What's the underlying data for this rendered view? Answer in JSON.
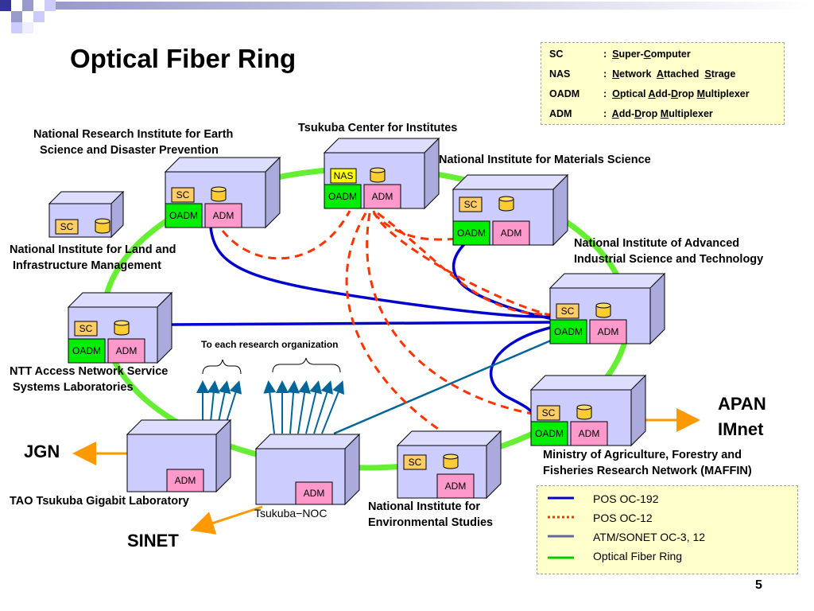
{
  "title": "Optical Fiber Ring",
  "page_number": "5",
  "abbreviations": [
    {
      "abbr": "SC",
      "sep": ":",
      "parts": [
        [
          "S",
          "u"
        ],
        [
          "uper-",
          ""
        ],
        [
          "C",
          "u"
        ],
        [
          "omputer",
          ""
        ]
      ]
    },
    {
      "abbr": "NAS",
      "sep": ":",
      "parts": [
        [
          "N",
          "u"
        ],
        [
          "etwork  ",
          ""
        ],
        [
          "A",
          "u"
        ],
        [
          "ttached  ",
          ""
        ],
        [
          "S",
          "u"
        ],
        [
          "trage",
          ""
        ]
      ]
    },
    {
      "abbr": "OADM",
      "sep": ":",
      "parts": [
        [
          "O",
          "u"
        ],
        [
          "ptical ",
          ""
        ],
        [
          "A",
          "u"
        ],
        [
          "dd-",
          ""
        ],
        [
          "D",
          "u"
        ],
        [
          "rop ",
          ""
        ],
        [
          "M",
          "u"
        ],
        [
          "ultiplexer",
          ""
        ]
      ]
    },
    {
      "abbr": "ADM",
      "sep": ":",
      "parts": [
        [
          "A",
          "u"
        ],
        [
          "dd-",
          ""
        ],
        [
          "D",
          "u"
        ],
        [
          "rop ",
          ""
        ],
        [
          "M",
          "u"
        ],
        [
          "ultiplexer",
          ""
        ]
      ]
    }
  ],
  "labels": {
    "nrief": "National Research Institute for Earth\n  Science and Disaster Prevention",
    "tsukuba_center": "Tsukuba Center for Institutes",
    "nims": "National Institute for Materials Science",
    "nilim": "National Institute for Land and\n Infrastructure Management",
    "aist": "National Institute of Advanced\nIndustrial Science and Technology",
    "ntt": "NTT Access Network Service\n Systems Laboratories",
    "to_each": "To each research organization",
    "apan": "APAN\nIMnet",
    "jgn": "JGN",
    "maffin": "Ministry of Agriculture, Forestry and\nFisheries Research Network (MAFFIN)",
    "tao": "TAO Tsukuba Gigabit Laboratory",
    "noc": "Tsukuba−NOC",
    "nies": "National Institute for\nEnvironmental Studies",
    "sinet": "SINET"
  },
  "box_tags": {
    "sc": "SC",
    "nas": "NAS",
    "oadm": "OADM",
    "adm": "ADM"
  },
  "legend": [
    {
      "style": "solid-blue",
      "color": "#0000cc",
      "label": "POS OC-192"
    },
    {
      "style": "dotted-red",
      "color": "#ff3300",
      "label": "POS OC-12"
    },
    {
      "style": "solid-gray",
      "color": "#666699",
      "label": "ATM/SONET OC-3, 12"
    },
    {
      "style": "solid-green",
      "color": "#00cc00",
      "label": "Optical Fiber Ring"
    }
  ],
  "colors": {
    "box_face": "#ccccff",
    "ring": "#66ee33",
    "oc192": "#0000cc",
    "oc12": "#ff3300",
    "atm": "#006699",
    "arrow_orange": "#ff9900",
    "arrow_teal": "#006699",
    "tag_sc": "#ffcc66",
    "tag_oadm": "#00ee00",
    "tag_adm": "#ff99cc",
    "tag_nas": "#ffff00"
  }
}
